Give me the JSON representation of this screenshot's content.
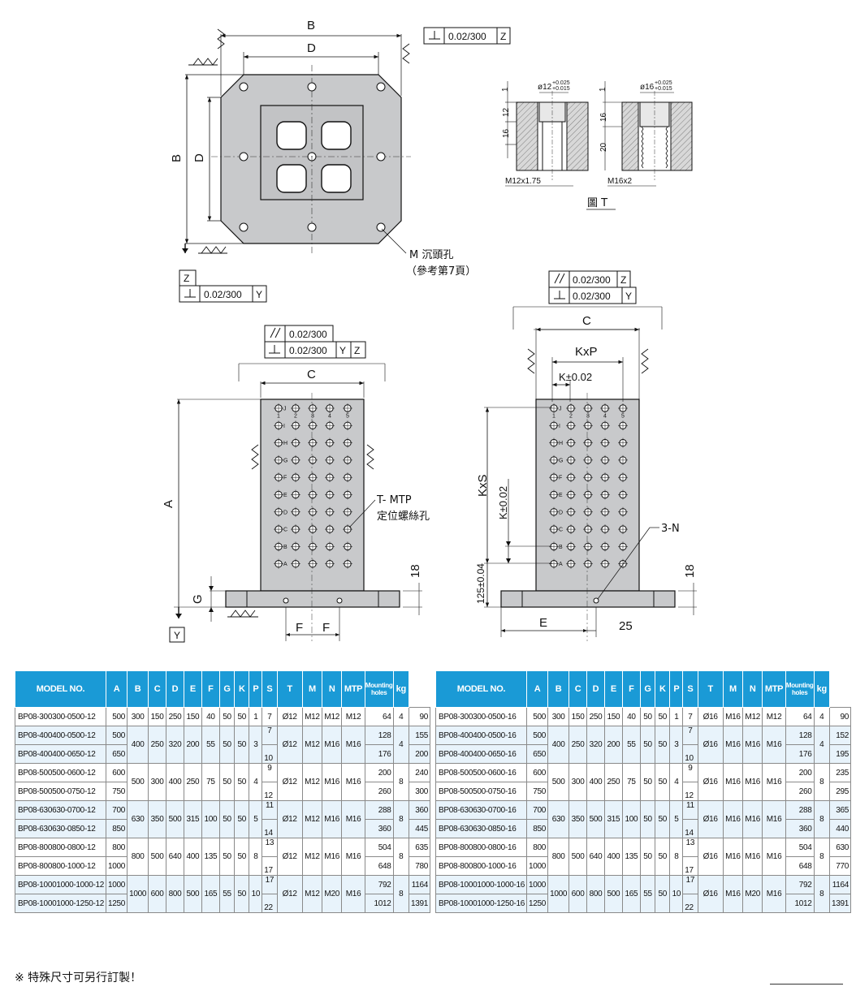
{
  "drawing": {
    "dim_B": "B",
    "dim_D": "D",
    "dim_C": "C",
    "dim_A": "A",
    "dim_G": "G",
    "dim_F": "F",
    "dim_E": "E",
    "dim_KxP": "KxP",
    "dim_K_tol": "K±0.02",
    "dim_KxS": "KxS",
    "dim_125": "125±0.04",
    "dim_18": "18",
    "dim_25": "25",
    "tol_perp_top": "0.02/300",
    "tol_perp_top_ref": "Z",
    "ref_Z": "Z",
    "tol_perp_left": "0.02/300",
    "tol_perp_left_ref": "Y",
    "tol_par_front": "0.02/300",
    "tol_perp_front": "0.02/300",
    "tol_perp_front_ref1": "Y",
    "tol_perp_front_ref2": "Z",
    "tol_par_side": "0.02/300",
    "tol_par_side_ref": "Z",
    "tol_perp_side": "0.02/300",
    "tol_perp_side_ref": "Y",
    "ref_Y": "Y",
    "m_label": "M 沉頭孔",
    "m_label2": "（參考第7頁）",
    "t_label": "T- MTP",
    "t_label2": "定位螺絲孔",
    "n_label": "3-N",
    "fig_title": "圖 T",
    "bush1_dia": "ø12",
    "bush1_tol_up": "+0.025",
    "bush1_tol_dn": "+0.015",
    "bush1_thread": "M12x1.75",
    "bush1_h1": "12",
    "bush1_h2": "16",
    "bush1_top": "1",
    "bush2_dia": "ø16",
    "bush2_tol_up": "+0.025",
    "bush2_tol_dn": "+0.015",
    "bush2_thread": "M16x2",
    "bush2_h1": "16",
    "bush2_h2": "20",
    "bush2_top": "1",
    "row_letters": [
      "J",
      "I",
      "H",
      "G",
      "F",
      "E",
      "D",
      "C",
      "B",
      "A"
    ],
    "col_numbers": [
      "1",
      "2",
      "3",
      "4",
      "5"
    ]
  },
  "headers": [
    "MODEL NO.",
    "A",
    "B",
    "C",
    "D",
    "E",
    "F",
    "G",
    "K",
    "P",
    "S",
    "T",
    "M",
    "N",
    "MTP",
    "Mounting holes",
    "kg"
  ],
  "table_left": [
    {
      "model": "BP08-300300-0500-12",
      "A": "500",
      "B": "300",
      "C": "150",
      "D": "250",
      "E": "150",
      "F": "40",
      "G": "50",
      "K": "50",
      "P": "1",
      "S": "7",
      "T": "Ø12",
      "M": "M12",
      "N": "M12",
      "MTP": "64",
      "holes": "4",
      "kg": "90"
    },
    {
      "model": "BP08-400400-0500-12",
      "A": "500",
      "B": "400",
      "C": "250",
      "D": "320",
      "E": "200",
      "F": "55",
      "G": "50",
      "K": "50",
      "P": "3",
      "S": "7",
      "T": "Ø12",
      "M": "M12",
      "N": "M16",
      "MTP": "128",
      "holes": "4",
      "kg": "155"
    },
    {
      "model": "BP08-400400-0650-12",
      "A": "650",
      "S": "10",
      "MTP": "176",
      "kg": "200"
    },
    {
      "model": "BP08-500500-0600-12",
      "A": "600",
      "B": "500",
      "C": "300",
      "D": "400",
      "E": "250",
      "F": "75",
      "G": "50",
      "K": "50",
      "P": "4",
      "S": "9",
      "T": "Ø12",
      "M": "M12",
      "N": "M16",
      "MTP": "200",
      "holes": "8",
      "kg": "240"
    },
    {
      "model": "BP08-500500-0750-12",
      "A": "750",
      "S": "12",
      "MTP": "260",
      "kg": "300"
    },
    {
      "model": "BP08-630630-0700-12",
      "A": "700",
      "B": "630",
      "C": "350",
      "D": "500",
      "E": "315",
      "F": "100",
      "G": "50",
      "K": "50",
      "P": "5",
      "S": "11",
      "T": "Ø12",
      "M": "M12",
      "N": "M16",
      "MTP": "288",
      "holes": "8",
      "kg": "360"
    },
    {
      "model": "BP08-630630-0850-12",
      "A": "850",
      "S": "14",
      "MTP": "360",
      "kg": "445"
    },
    {
      "model": "BP08-800800-0800-12",
      "A": "800",
      "B": "800",
      "C": "500",
      "D": "640",
      "E": "400",
      "F": "135",
      "G": "50",
      "K": "50",
      "P": "8",
      "S": "13",
      "T": "Ø12",
      "M": "M12",
      "N": "M16",
      "MTP": "504",
      "holes": "8",
      "kg": "635"
    },
    {
      "model": "BP08-800800-1000-12",
      "A": "1000",
      "S": "17",
      "MTP": "648",
      "kg": "780"
    },
    {
      "model": "BP08-10001000-1000-12",
      "A": "1000",
      "B": "1000",
      "C": "600",
      "D": "800",
      "E": "500",
      "F": "165",
      "G": "55",
      "K": "50",
      "P": "10",
      "S": "17",
      "T": "Ø12",
      "M": "M12",
      "N": "M20",
      "N2": "M16",
      "MTP": "792",
      "holes": "8",
      "kg": "1164"
    },
    {
      "model": "BP08-10001000-1250-12",
      "A": "1250",
      "S": "22",
      "MTP": "1012",
      "kg": "1391"
    }
  ],
  "table_right": [
    {
      "model": "BP08-300300-0500-16",
      "A": "500",
      "B": "300",
      "C": "150",
      "D": "250",
      "E": "150",
      "F": "40",
      "G": "50",
      "K": "50",
      "P": "1",
      "S": "7",
      "T": "Ø16",
      "M": "M16",
      "N": "M12",
      "N2": "M12",
      "MTP": "64",
      "holes": "4",
      "kg": "90"
    },
    {
      "model": "BP08-400400-0500-16",
      "A": "500",
      "B": "400",
      "C": "250",
      "D": "320",
      "E": "200",
      "F": "55",
      "G": "50",
      "K": "50",
      "P": "3",
      "S": "7",
      "T": "Ø16",
      "M": "M16",
      "N": "M16",
      "N2": "M16",
      "MTP": "128",
      "holes": "4",
      "kg": "152"
    },
    {
      "model": "BP08-400400-0650-16",
      "A": "650",
      "S": "10",
      "MTP": "176",
      "kg": "195"
    },
    {
      "model": "BP08-500500-0600-16",
      "A": "600",
      "B": "500",
      "C": "300",
      "D": "400",
      "E": "250",
      "F": "75",
      "G": "50",
      "K": "50",
      "P": "4",
      "S": "9",
      "T": "Ø16",
      "M": "M16",
      "N": "M16",
      "N2": "M16",
      "MTP": "200",
      "holes": "8",
      "kg": "235"
    },
    {
      "model": "BP08-500500-0750-16",
      "A": "750",
      "S": "12",
      "MTP": "260",
      "kg": "295"
    },
    {
      "model": "BP08-630630-0700-16",
      "A": "700",
      "B": "630",
      "C": "350",
      "D": "500",
      "E": "315",
      "F": "100",
      "G": "50",
      "K": "50",
      "P": "5",
      "S": "11",
      "T": "Ø16",
      "M": "M16",
      "N": "M16",
      "N2": "M16",
      "MTP": "288",
      "holes": "8",
      "kg": "365"
    },
    {
      "model": "BP08-630630-0850-16",
      "A": "850",
      "S": "14",
      "MTP": "360",
      "kg": "440"
    },
    {
      "model": "BP08-800800-0800-16",
      "A": "800",
      "B": "800",
      "C": "500",
      "D": "640",
      "E": "400",
      "F": "135",
      "G": "50",
      "K": "50",
      "P": "8",
      "S": "13",
      "T": "Ø16",
      "M": "M16",
      "N": "M16",
      "N2": "M16",
      "MTP": "504",
      "holes": "8",
      "kg": "630"
    },
    {
      "model": "BP08-800800-1000-16",
      "A": "1000",
      "S": "17",
      "MTP": "648",
      "kg": "770"
    },
    {
      "model": "BP08-10001000-1000-16",
      "A": "1000",
      "B": "1000",
      "C": "600",
      "D": "800",
      "E": "500",
      "F": "165",
      "G": "55",
      "K": "50",
      "P": "10",
      "S": "17",
      "T": "Ø16",
      "M": "M16",
      "N": "M20",
      "N2": "M16",
      "MTP": "792",
      "holes": "8",
      "kg": "1164"
    },
    {
      "model": "BP08-10001000-1250-16",
      "A": "1250",
      "S": "22",
      "MTP": "1012",
      "kg": "1391"
    }
  ],
  "note": "※ 特殊尺寸可另行訂製！",
  "colors": {
    "header": "#1a9ad6",
    "alt_row": "#e8f3fb",
    "plate": "#c8c9cb"
  }
}
